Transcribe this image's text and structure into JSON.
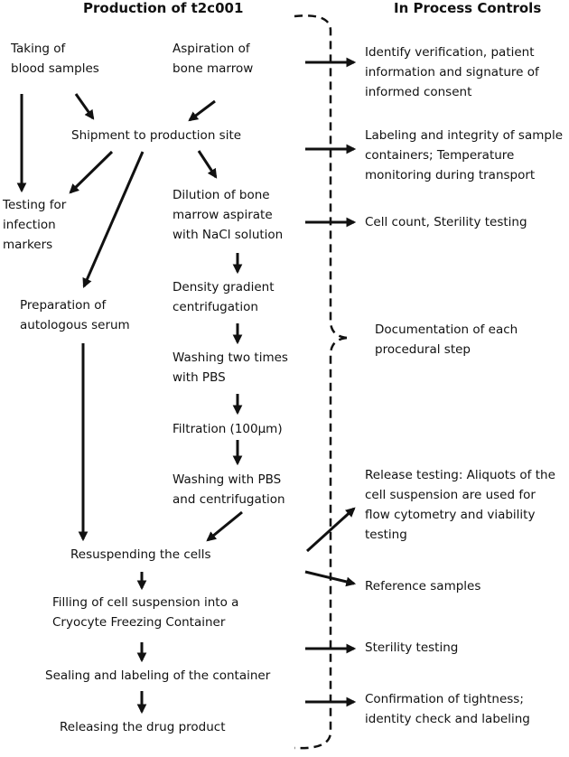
{
  "headers": {
    "production": "Production of t2c001",
    "controls": "In Process Controls"
  },
  "steps": {
    "blood_samples": [
      "Taking of",
      "blood samples"
    ],
    "bone_marrow": [
      "Aspiration of",
      "bone marrow"
    ],
    "shipment": [
      "Shipment to production site"
    ],
    "infection_testing": [
      "Testing for",
      "infection",
      "markers"
    ],
    "dilution": [
      "Dilution of bone",
      "marrow aspirate",
      "with NaCl solution"
    ],
    "density": [
      "Density gradient",
      "centrifugation"
    ],
    "serum": [
      "Preparation of",
      "autologous serum"
    ],
    "washing_two": [
      "Washing two times",
      "with PBS"
    ],
    "filtration": [
      "Filtration (100µm)"
    ],
    "washing_pbs": [
      "Washing with PBS",
      "and centrifugation"
    ],
    "resuspending": [
      "Resuspending the cells"
    ],
    "filling": [
      "Filling of cell suspension into a",
      "Cryocyte Freezing Container"
    ],
    "sealing": [
      "Sealing and labeling of the container"
    ],
    "releasing": [
      "Releasing the drug product"
    ]
  },
  "controls": {
    "identify": [
      "Identify verification, patient",
      "information and signature of",
      "informed consent"
    ],
    "labeling": [
      "Labeling and integrity of sample",
      "containers; Temperature",
      "monitoring during transport"
    ],
    "cell_count": [
      "Cell count, Sterility testing"
    ],
    "documentation": [
      "Documentation of each",
      "procedural step"
    ],
    "release_testing": [
      "Release testing: Aliquots of the",
      "cell suspension are used for",
      "flow cytometry and viability",
      "testing"
    ],
    "reference": [
      "Reference samples"
    ],
    "sterility": [
      "Sterility testing"
    ],
    "tightness": [
      "Confirmation of tightness;",
      "identity check and labeling"
    ]
  },
  "colors": {
    "text": "#111111",
    "arrow": "#111111"
  }
}
